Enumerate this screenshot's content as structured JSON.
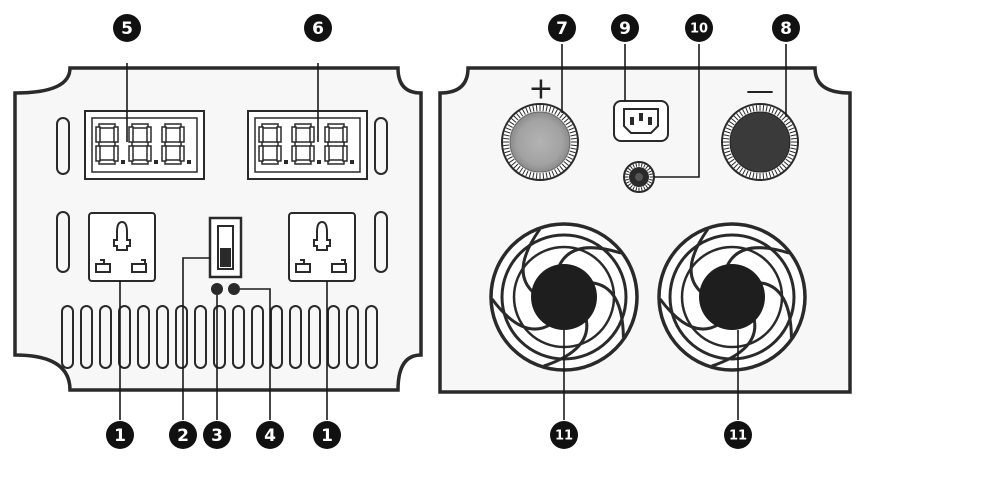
{
  "diagram": {
    "front_panel": {
      "callouts": {
        "socket_left": "1",
        "power_switch": "2",
        "indicator_a": "3",
        "indicator_b": "4",
        "display_left": "5",
        "display_right": "6",
        "socket_right": "1"
      }
    },
    "rear_panel": {
      "callouts": {
        "positive_terminal": "7",
        "negative_terminal": "8",
        "ac_inlet": "9",
        "remote_jack": "10",
        "fan_left": "11",
        "fan_right": "11"
      },
      "positive_sign": "+",
      "negative_sign": "—"
    },
    "colors": {
      "outline": "#2a2a2a",
      "positive_terminal": "#a8a8a8",
      "negative_terminal": "#3a3a3a",
      "fan_hub": "#1e1e1e",
      "callout_fill": "#111111"
    }
  }
}
